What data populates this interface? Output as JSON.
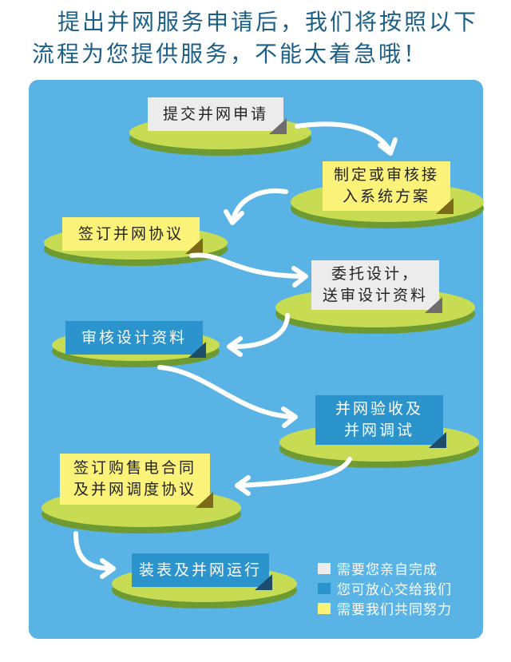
{
  "header": {
    "line1": "提出并网服务申请后，我们将按照以下",
    "line2": "流程为您提供服务，不能太着急哦！"
  },
  "steps": [
    {
      "label": "提交并网申请",
      "owner": "customer"
    },
    {
      "label_lines": [
        "制定或审核接",
        "入系统方案"
      ],
      "owner": "both"
    },
    {
      "label": "签订并网协议",
      "owner": "both"
    },
    {
      "label_lines": [
        "委托设计，",
        "送审设计资料"
      ],
      "owner": "customer"
    },
    {
      "label": "审核设计资料",
      "owner": "company"
    },
    {
      "label_lines": [
        "并网验收及",
        "并网调试"
      ],
      "owner": "company"
    },
    {
      "label_lines": [
        "签订购售电合同",
        "及并网调度协议"
      ],
      "owner": "both"
    },
    {
      "label": "装表及并网运行",
      "owner": "company"
    }
  ],
  "legend": [
    {
      "color": "#ececec",
      "text": "需要您亲自完成"
    },
    {
      "color": "#2b94cc",
      "text": "您可放心交给我们"
    },
    {
      "color": "#fbf27a",
      "text": "需要我们共同努力"
    }
  ],
  "colors": {
    "panel": "#59b3e4",
    "disc": "#c8dc53",
    "customer": "#ececec",
    "company": "#2b94cc",
    "both": "#fbf27a"
  }
}
